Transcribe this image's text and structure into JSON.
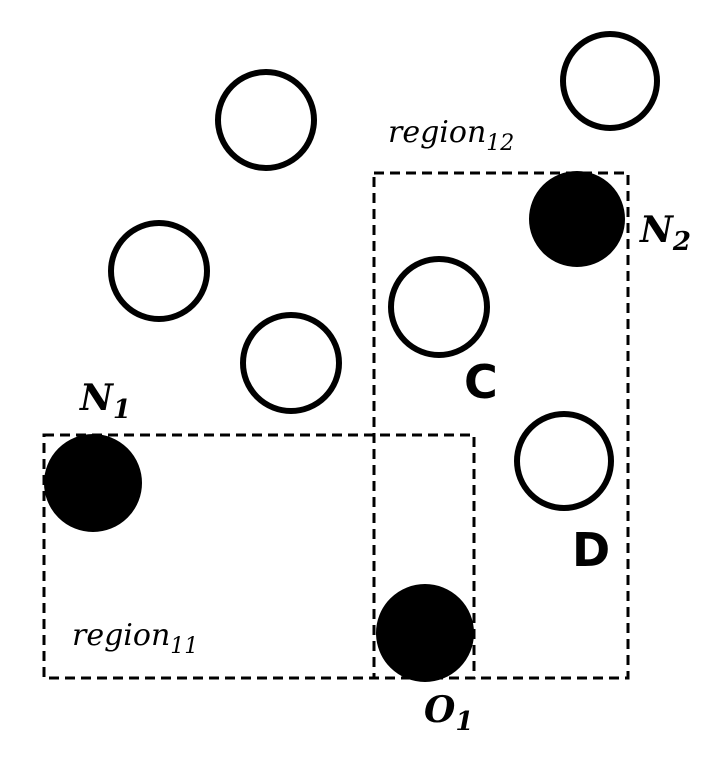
{
  "labels": {
    "region11": {
      "base": "region",
      "sub": "11"
    },
    "region12": {
      "base": "region",
      "sub": "12"
    },
    "n1": {
      "base": "N",
      "sub": "1"
    },
    "n2": {
      "base": "N",
      "sub": "2"
    },
    "o1": {
      "base": "O",
      "sub": "1"
    },
    "c": "C",
    "d": "D"
  },
  "colors": {
    "stroke": "#000000",
    "fill_open": "#ffffff",
    "fill_filled": "#000000"
  }
}
